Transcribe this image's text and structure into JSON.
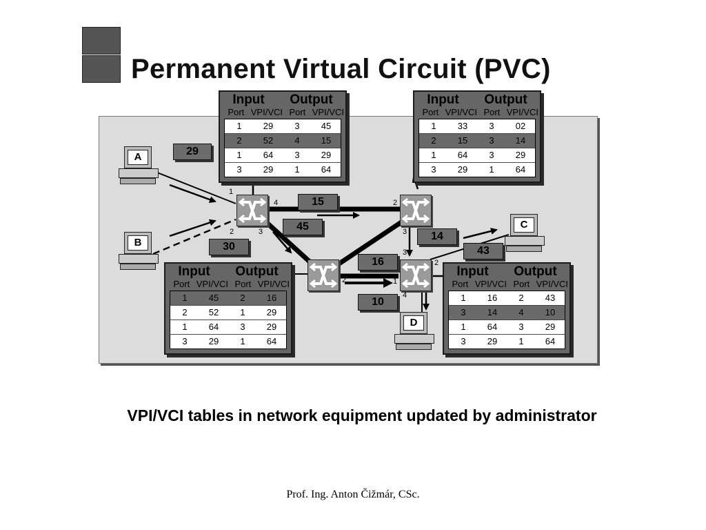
{
  "title": "Permanent Virtual Circuit (PVC)",
  "caption": "VPI/VCI tables in network equipment updated by administrator",
  "footer": "Prof. Ing. Anton Čižmár, CSc.",
  "table_header": {
    "input": "Input",
    "output": "Output",
    "port": "Port",
    "vpivci": "VPI/VCI"
  },
  "tables": [
    {
      "rows": [
        [
          "1",
          "29",
          "3",
          "45"
        ],
        [
          "2",
          "52",
          "4",
          "15"
        ],
        [
          "1",
          "64",
          "3",
          "29"
        ],
        [
          "3",
          "29",
          "1",
          "64"
        ]
      ]
    },
    {
      "rows": [
        [
          "1",
          "33",
          "3",
          "02"
        ],
        [
          "2",
          "15",
          "3",
          "14"
        ],
        [
          "1",
          "64",
          "3",
          "29"
        ],
        [
          "3",
          "29",
          "1",
          "64"
        ]
      ]
    },
    {
      "rows": [
        [
          "1",
          "45",
          "2",
          "16"
        ],
        [
          "2",
          "52",
          "1",
          "29"
        ],
        [
          "1",
          "64",
          "3",
          "29"
        ],
        [
          "3",
          "29",
          "1",
          "64"
        ]
      ]
    },
    {
      "rows": [
        [
          "1",
          "16",
          "2",
          "43"
        ],
        [
          "3",
          "14",
          "4",
          "10"
        ],
        [
          "1",
          "64",
          "3",
          "29"
        ],
        [
          "3",
          "29",
          "1",
          "64"
        ]
      ]
    }
  ],
  "vci_labels": [
    "29",
    "15",
    "45",
    "30",
    "14",
    "43",
    "16",
    "10"
  ],
  "hosts": [
    "A",
    "B",
    "C",
    "D"
  ],
  "port_numbers": {
    "sw1": [
      "1",
      "4",
      "2",
      "3"
    ],
    "sw2": [
      "2",
      "3"
    ],
    "sw3": [
      "2"
    ],
    "sw4": [
      "3",
      "2",
      "1",
      "4"
    ]
  },
  "colors": {
    "panel": "#dcdcdc",
    "table_frame": "#666666",
    "highlight_row": "#6a6a6a",
    "label_box": "#6b6b6b"
  }
}
